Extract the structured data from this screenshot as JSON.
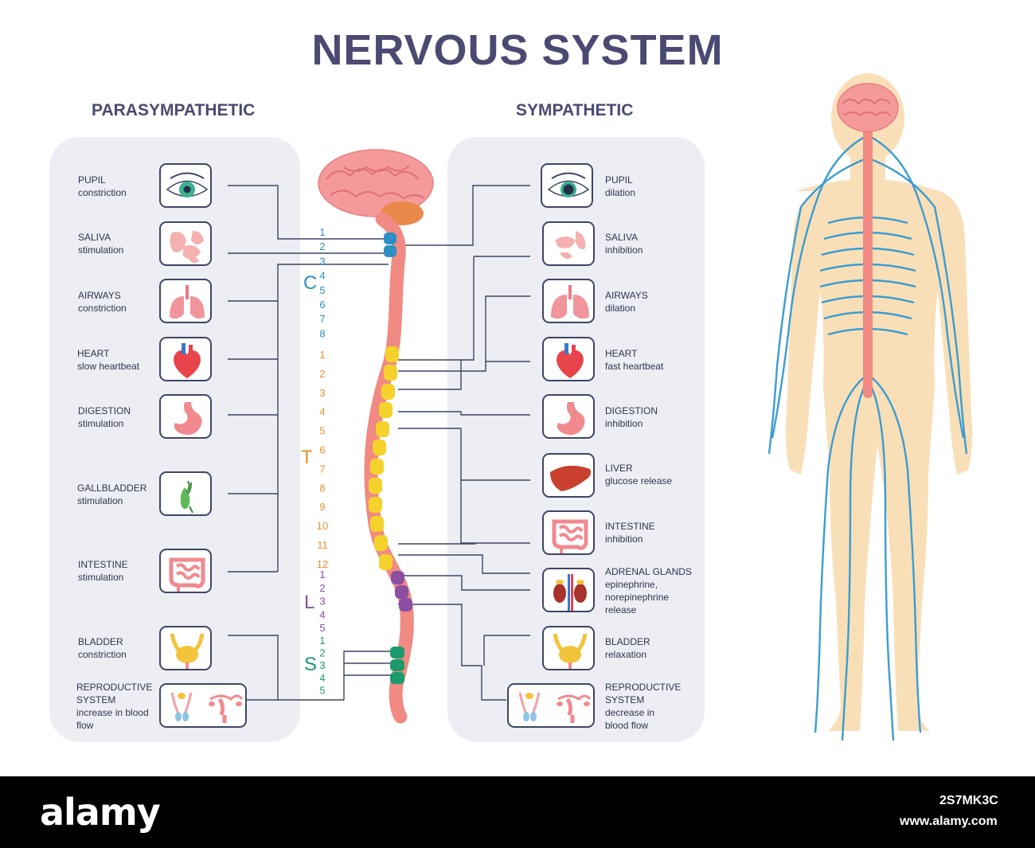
{
  "title": "NERVOUS SYSTEM",
  "headings": {
    "left": "PARASYMPATHETIC",
    "right": "SYMPATHETIC"
  },
  "parasympathetic": [
    {
      "name": "PUPIL",
      "effect": "constriction",
      "icon": "eye-icon"
    },
    {
      "name": "SALIVA",
      "effect": "stimulation",
      "icon": "salivary-gland-icon"
    },
    {
      "name": "AIRWAYS",
      "effect": "constriction",
      "icon": "lungs-icon"
    },
    {
      "name": "HEART",
      "effect": "slow heartbeat",
      "icon": "heart-icon"
    },
    {
      "name": "DIGESTION",
      "effect": "stimulation",
      "icon": "stomach-icon"
    },
    {
      "name": "GALLBLADDER",
      "effect": "stimulation",
      "icon": "gallbladder-icon"
    },
    {
      "name": "INTESTINE",
      "effect": "stimulation",
      "icon": "intestine-icon"
    },
    {
      "name": "BLADDER",
      "effect": "constriction",
      "icon": "bladder-icon"
    },
    {
      "name": "REPRODUCTIVE",
      "effect": "SYSTEM increase in blood flow",
      "icon": "reproductive-organs-icon"
    }
  ],
  "sympathetic": [
    {
      "name": "PUPIL",
      "effect": "dilation",
      "icon": "eye-icon"
    },
    {
      "name": "SALIVA",
      "effect": "inhibition",
      "icon": "salivary-gland-icon"
    },
    {
      "name": "AIRWAYS",
      "effect": "dilation",
      "icon": "lungs-icon"
    },
    {
      "name": "HEART",
      "effect": "fast heartbeat",
      "icon": "heart-icon"
    },
    {
      "name": "DIGESTION",
      "effect": "inhibition",
      "icon": "stomach-icon"
    },
    {
      "name": "LIVER",
      "effect": "glucose release",
      "icon": "liver-icon"
    },
    {
      "name": "INTESTINE",
      "effect": "inhibition",
      "icon": "intestine-icon"
    },
    {
      "name": "ADRENAL GLANDS",
      "effect": "epinephrine, norepinephrine release",
      "icon": "adrenal-kidney-icon"
    },
    {
      "name": "BLADDER",
      "effect": "relaxation",
      "icon": "bladder-icon"
    },
    {
      "name": "REPRODUCTIVE",
      "effect": "SYSTEM decrease in blood flow",
      "icon": "reproductive-organs-icon"
    }
  ],
  "spine": {
    "regions": [
      {
        "letter": "C",
        "color": "#2b8fc4",
        "segments": [
          "1",
          "2",
          "3",
          "4",
          "5",
          "6",
          "7",
          "8"
        ]
      },
      {
        "letter": "T",
        "color": "#e8902a",
        "segments": [
          "1",
          "2",
          "3",
          "4",
          "5",
          "6",
          "7",
          "8",
          "9",
          "10",
          "11",
          "12"
        ]
      },
      {
        "letter": "L",
        "color": "#8b4ea3",
        "segments": [
          "1",
          "2",
          "3",
          "4",
          "5"
        ]
      },
      {
        "letter": "S",
        "color": "#1a9a6c",
        "segments": [
          "1",
          "2",
          "3",
          "4",
          "5"
        ]
      }
    ]
  },
  "colors": {
    "text": "#4b4a72",
    "panel": "#eceef3",
    "nerve": "#3b9dd1",
    "body": "#f9dfb8",
    "spinal_cord": "#f0948a",
    "brain": "#f59a9a"
  },
  "watermark": {
    "brand": "alamy",
    "image_id": "2S7MK3C",
    "site": "www.alamy.com"
  }
}
